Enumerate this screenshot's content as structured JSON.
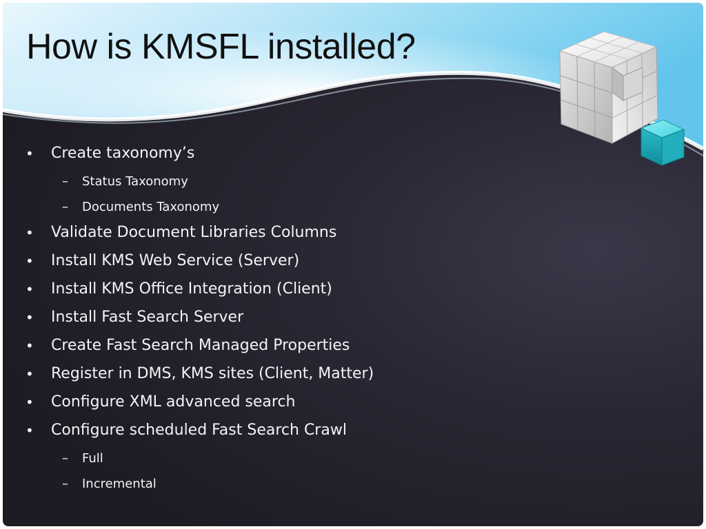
{
  "slide": {
    "title": "How is KMSFL installed?",
    "bullets": [
      {
        "text": "Create taxonomy’s",
        "level": 1
      },
      {
        "text": "Status Taxonomy",
        "level": 2
      },
      {
        "text": "Documents Taxonomy",
        "level": 2
      },
      {
        "text": "Validate Document Libraries Columns",
        "level": 1
      },
      {
        "text": "Install KMS Web Service (Server)",
        "level": 1
      },
      {
        "text": "Install KMS Office Integration (Client)",
        "level": 1
      },
      {
        "text": "Install Fast Search Server",
        "level": 1
      },
      {
        "text": "Create Fast Search Managed Properties",
        "level": 1
      },
      {
        "text": "Register in DMS, KMS sites (Client, Matter)",
        "level": 1
      },
      {
        "text": "Configure XML advanced search",
        "level": 1
      },
      {
        "text": "Configure scheduled Fast Search Crawl",
        "level": 1
      },
      {
        "text": "Full",
        "level": 2
      },
      {
        "text": "Incremental",
        "level": 2
      }
    ],
    "markers": {
      "level1": "•",
      "level2": "–"
    }
  },
  "icons": {
    "decoration": "stacked-cubes-icon"
  },
  "colors": {
    "background": "#2a2734",
    "banner_light": "#f4fbff",
    "banner_sky": "#7fd3f1",
    "title_text": "#111111",
    "body_text": "#f4f4f6",
    "accent_cube": "#2cc3cf"
  }
}
